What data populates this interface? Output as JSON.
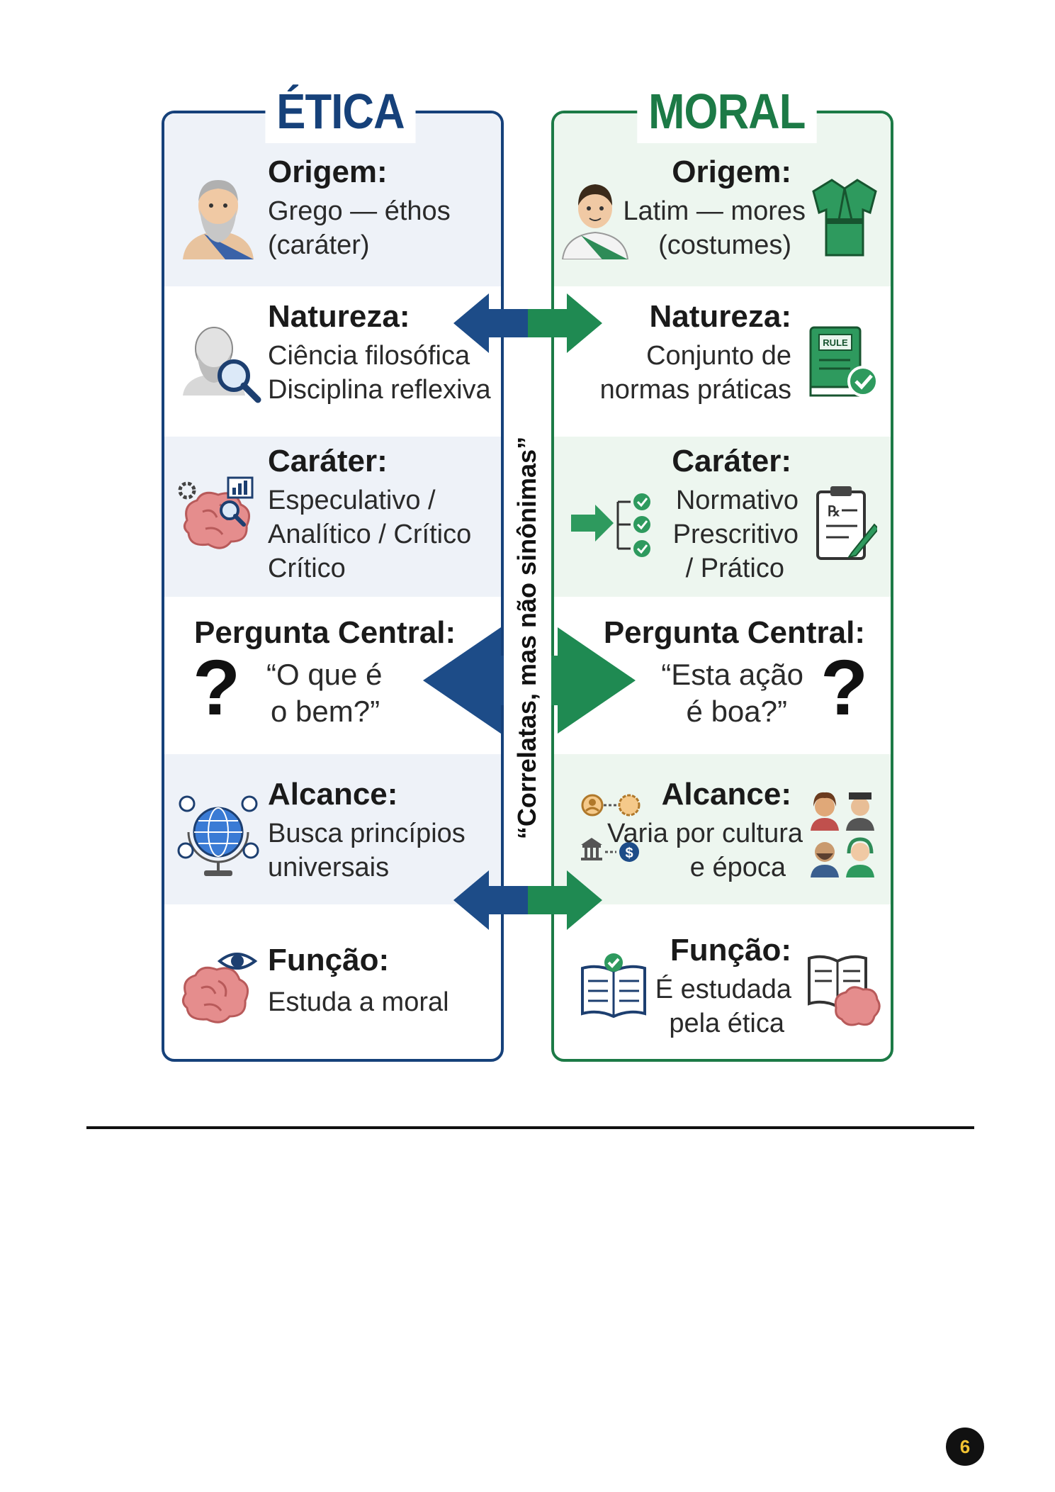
{
  "etica": {
    "title": "ÉTICA",
    "origem": {
      "heading": "Origem:",
      "line1": "Grego — éthos",
      "line2": "(caráter)"
    },
    "natureza": {
      "heading": "Natureza:",
      "line1": "Ciência filosófica",
      "line2": "Disciplina reflexiva"
    },
    "carater": {
      "heading": "Caráter:",
      "line1": "Especulativo /",
      "line2": "Analítico / Crítico",
      "line3": "Crítico"
    },
    "pergunta": {
      "heading": "Pergunta Central:",
      "line1": "“O que é",
      "line2": "o bem?”"
    },
    "alcance": {
      "heading": "Alcance:",
      "line1": "Busca princípios",
      "line2": "universais"
    },
    "funcao": {
      "heading": "Função:",
      "line1": "Estuda a moral"
    }
  },
  "moral": {
    "title": "MORAL",
    "origem": {
      "heading": "Origem:",
      "line1": "Latim — mores",
      "line2": "(costumes)"
    },
    "natureza": {
      "heading": "Natureza:",
      "line1": "Conjunto de",
      "line2": "normas práticas"
    },
    "carater": {
      "heading": "Caráter:",
      "line1": "Normativo",
      "line2": "Prescritivo",
      "line3": "/ Prático"
    },
    "pergunta": {
      "heading": "Pergunta Central:",
      "line1": "“Esta ação",
      "line2": "é boa?”"
    },
    "alcance": {
      "heading": "Alcance:",
      "line1": "Varia por cultura",
      "line2": "e época"
    },
    "funcao": {
      "heading": "Função:",
      "line1": "É estudada",
      "line2": "pela ética"
    }
  },
  "center_label": "“Correlatas, mas não sinônimas”",
  "rule_label": "RULE",
  "question_mark": "?",
  "page_number": "6",
  "colors": {
    "etica": "#16417a",
    "moral": "#1c7a46"
  },
  "icons": [
    "philosopher-bust-icon",
    "roman-citizen-icon",
    "toga-icon",
    "bust-magnifier-icon",
    "rule-book-icon",
    "brain-gears-icon",
    "flow-checklist-icon",
    "clipboard-prescription-icon",
    "globe-values-icon",
    "culture-network-icon",
    "people-group-icon",
    "brain-eye-icon",
    "open-book-check-icon",
    "book-brain-icon",
    "double-arrow-icon"
  ]
}
